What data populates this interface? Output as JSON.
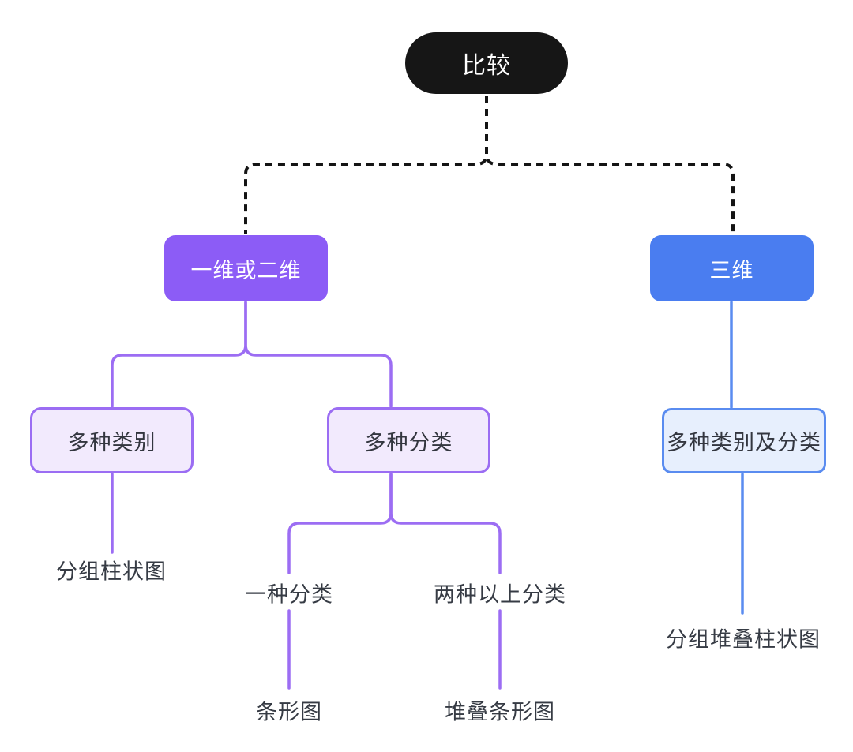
{
  "diagram": {
    "root": {
      "label": "比较"
    },
    "level1": {
      "one_or_two_dim": {
        "label": "一维或二维"
      },
      "three_dim": {
        "label": "三维"
      }
    },
    "level2": {
      "multi_category": {
        "label": "多种类别"
      },
      "multi_class": {
        "label": "多种分类"
      },
      "multi_category_and_class": {
        "label": "多种类别及分类"
      }
    },
    "level3": {
      "grouped_bar": {
        "label": "分组柱状图"
      },
      "one_class": {
        "label": "一种分类"
      },
      "two_plus_class": {
        "label": "两种以上分类"
      },
      "grouped_stacked_bar": {
        "label": "分组堆叠柱状图"
      }
    },
    "level4": {
      "bar": {
        "label": "条形图"
      },
      "stacked_bar": {
        "label": "堆叠条形图"
      }
    },
    "colors": {
      "root_bg": "#161616",
      "purple_solid": "#8C5CF6",
      "purple_light_bg": "#F2EAFD",
      "purple_border": "#9B6DF3",
      "purple_connector": "#9C6DF3",
      "blue_solid": "#4A7DF0",
      "blue_light_bg": "#E7EFFD",
      "blue_border": "#5A8CF0",
      "dashed_connector": "#141414",
      "text_dark": "#363B44",
      "text_light": "#FFFFFF",
      "background": "#FFFFFF"
    }
  }
}
